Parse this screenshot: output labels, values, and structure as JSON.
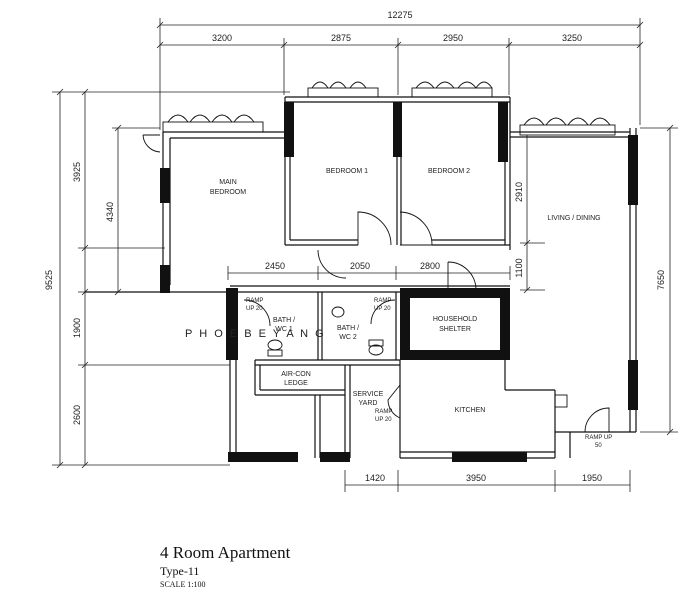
{
  "dimensions": {
    "total_width": "12275",
    "top": [
      "3200",
      "2875",
      "2950",
      "3250"
    ],
    "left_total": "9525",
    "left_inner": [
      "3925",
      "4340",
      "1900",
      "2600"
    ],
    "middle_row": [
      "2450",
      "2050",
      "2800"
    ],
    "right_inner": [
      "2910",
      "1100"
    ],
    "right_total": "7650",
    "bottom": [
      "1420",
      "3950",
      "1950"
    ]
  },
  "rooms": {
    "main_bedroom": [
      "MAIN",
      "BEDROOM"
    ],
    "bedroom1": "BEDROOM 1",
    "bedroom2": "BEDROOM 2",
    "living_dining": "LIVING / DINING",
    "bath1": [
      "BATH /",
      "WC 1"
    ],
    "bath2": [
      "BATH /",
      "WC 2"
    ],
    "household_shelter": [
      "HOUSEHOLD",
      "SHELTER"
    ],
    "aircon_ledge": [
      "AIR-CON",
      "LEDGE"
    ],
    "service_yard": [
      "SERVICE",
      "YARD"
    ],
    "kitchen": "KITCHEN"
  },
  "ramps": {
    "bath1": [
      "RAMP",
      "UP 20"
    ],
    "bath2": [
      "RAMP",
      "UP 20"
    ],
    "service_yard": [
      "RAMP",
      "UP 20"
    ],
    "entrance": [
      "RAMP UP",
      "50"
    ]
  },
  "watermark": "P H O E B E  Y A N G",
  "caption": {
    "title": "4 Room Apartment",
    "type": "Type-11",
    "scale": "SCALE 1:100"
  }
}
